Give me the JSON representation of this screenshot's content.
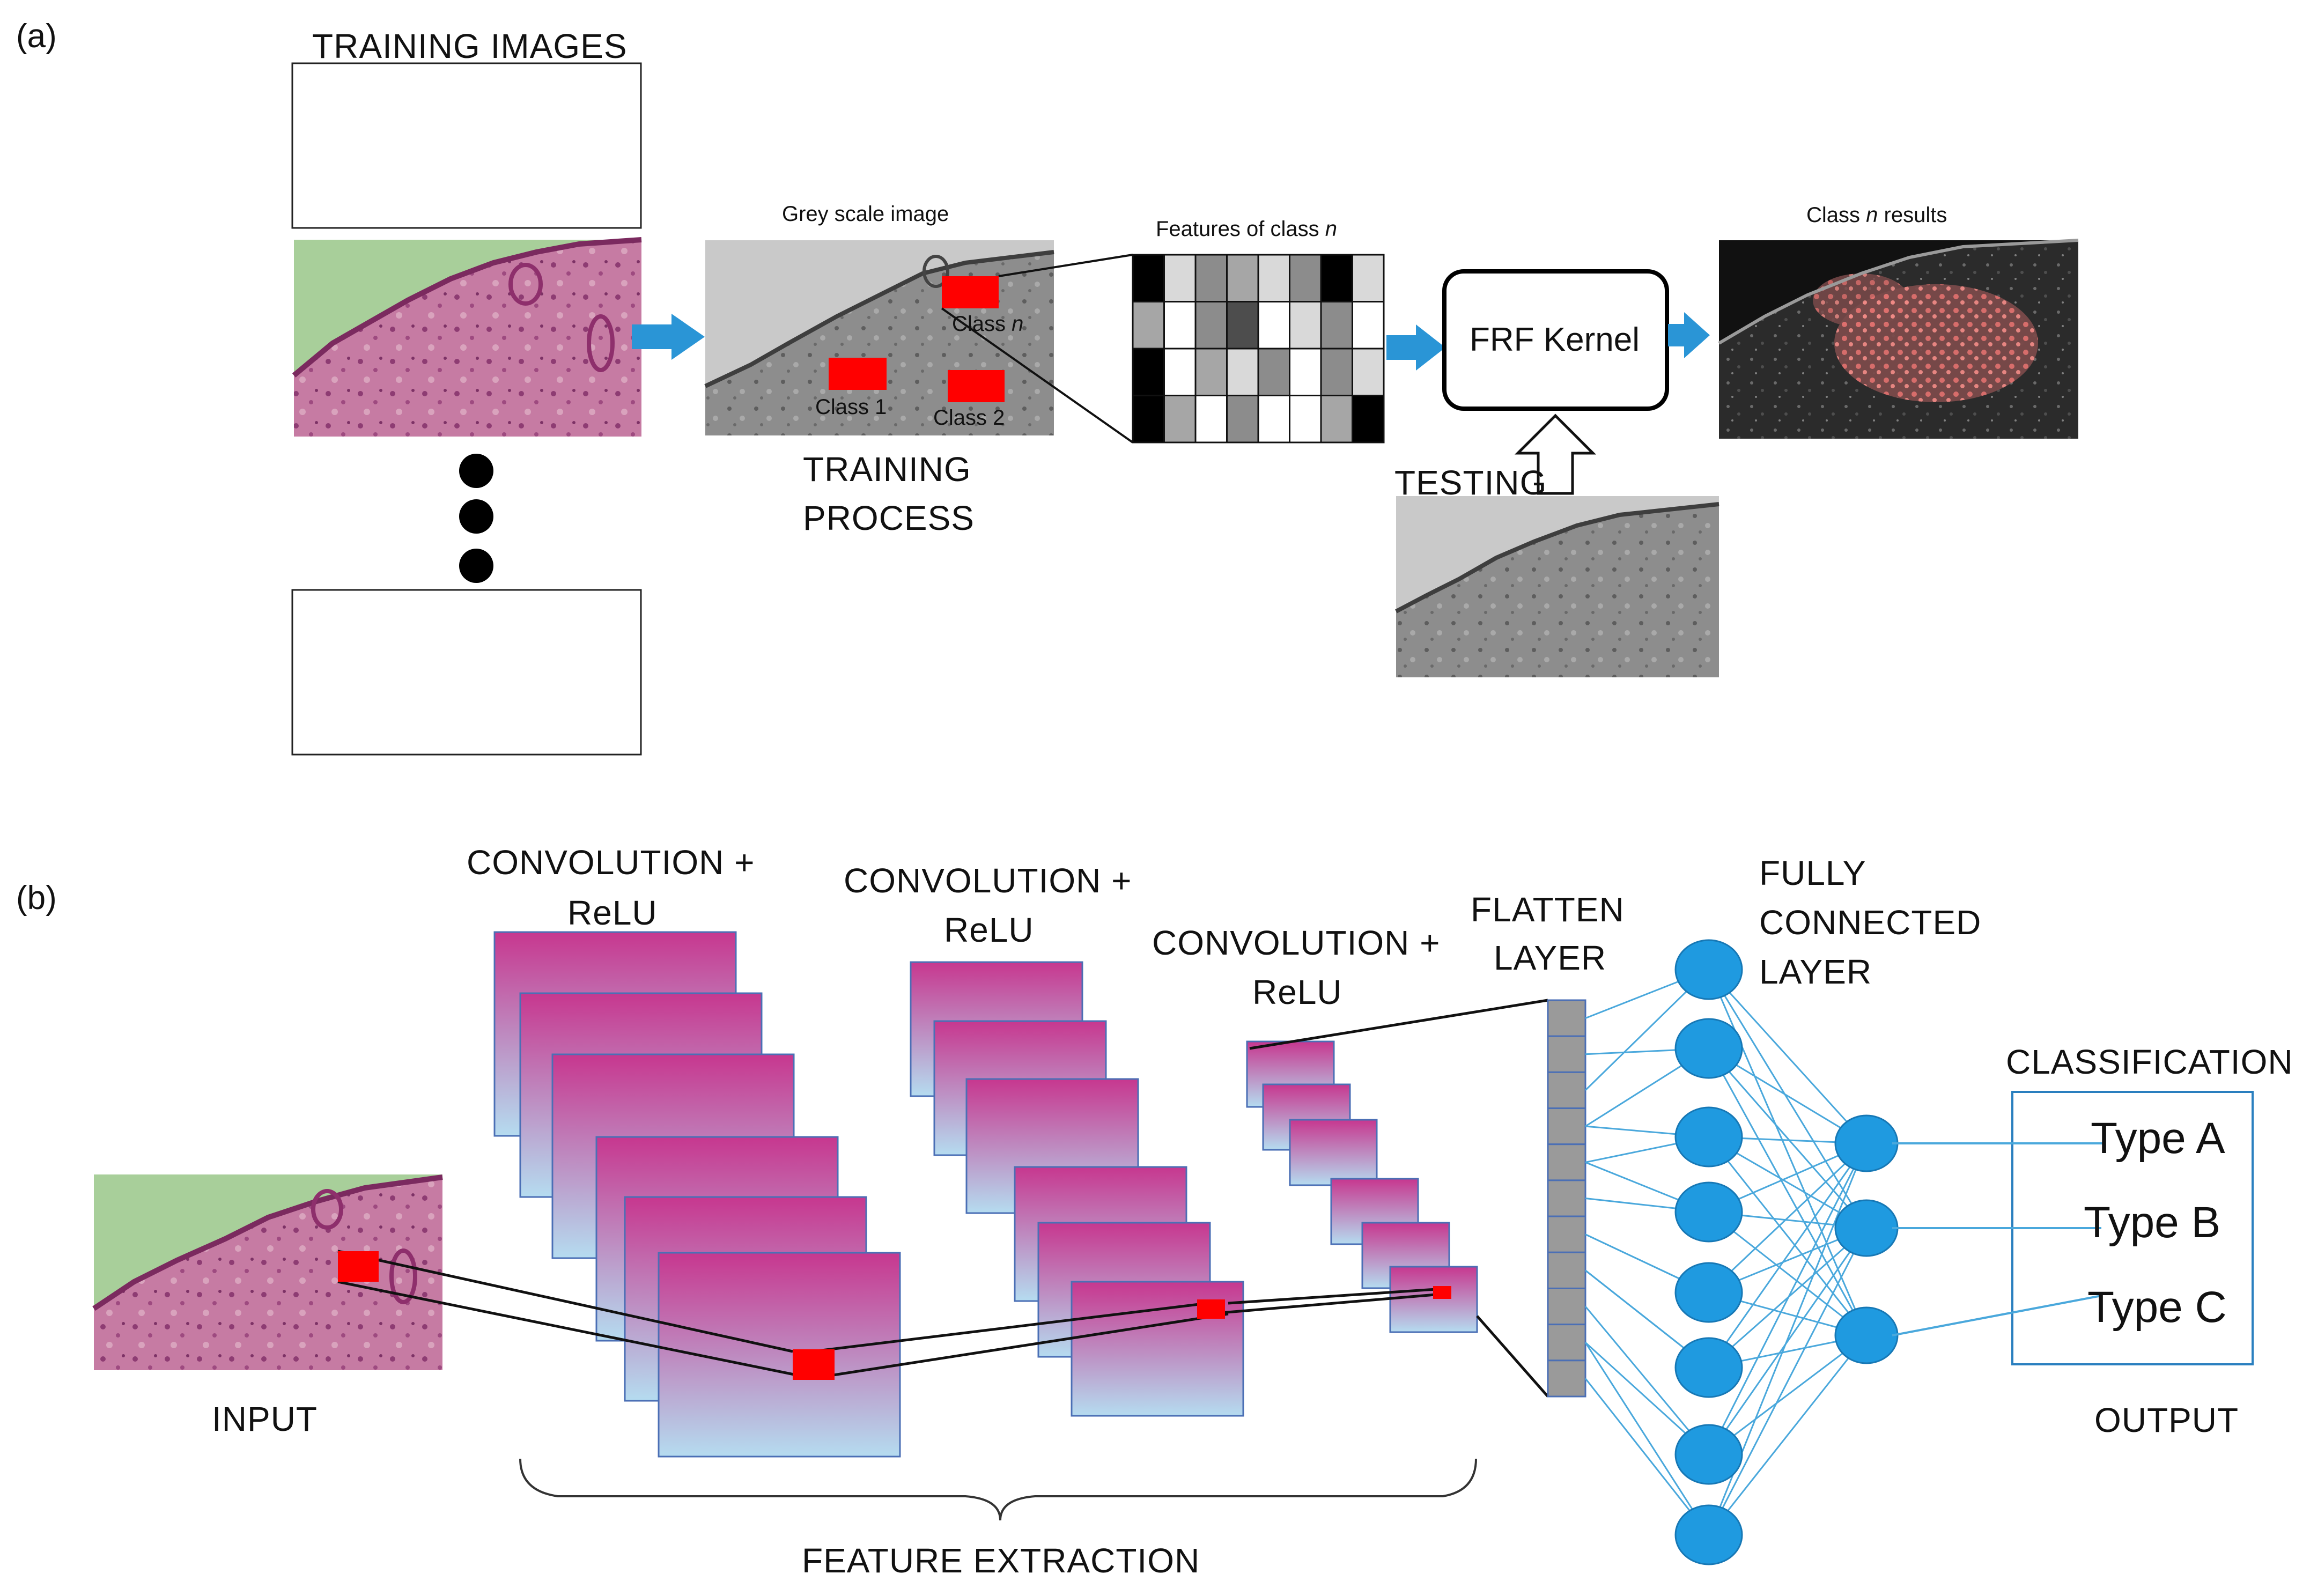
{
  "panel_a": {
    "panel_label": "(a)",
    "training_images_label": "TRAINING IMAGES",
    "grey_scale_caption": "Grey scale image",
    "class_n_prefix": "Class ",
    "class_n_var": "n",
    "class_1_label": "Class 1",
    "class_2_label": "Class 2",
    "training_process_line1": "TRAINING",
    "training_process_line2": "PROCESS",
    "features_caption_prefix": "Features of class ",
    "features_caption_var": "n",
    "feature_grid": [
      [
        0.0,
        0.85,
        0.55,
        0.65,
        0.85,
        0.55,
        0.0,
        0.85
      ],
      [
        0.65,
        1.0,
        0.55,
        0.3,
        1.0,
        0.85,
        0.55,
        1.0
      ],
      [
        0.0,
        1.0,
        0.65,
        0.85,
        0.55,
        1.0,
        0.55,
        0.85
      ],
      [
        0.0,
        0.65,
        1.0,
        0.55,
        1.0,
        1.0,
        0.65,
        0.0
      ]
    ],
    "kernel_label": "FRF Kernel",
    "testing_label": "TESTING",
    "results_caption_prefix": "Class ",
    "results_caption_var": "n",
    "results_caption_suffix": " results",
    "colors": {
      "arrow": "#2a95d6",
      "roi": "#ff0000",
      "histology_tissue": "#b9689a",
      "histology_background": "#a8cf9a"
    }
  },
  "panel_b": {
    "panel_label": "(b)",
    "conv_label_line1": "CONVOLUTION +",
    "conv_label_line2": "ReLU",
    "flatten_line1": "FLATTEN",
    "flatten_line2": "LAYER",
    "fc_line1": "FULLY",
    "fc_line2": "CONNECTED",
    "fc_line3": "LAYER",
    "classification_label": "CLASSIFICATION",
    "types": [
      "Type A",
      "Type B",
      "Type C"
    ],
    "input_label": "INPUT",
    "output_label": "OUTPUT",
    "feature_extraction_label": "FEATURE EXTRACTION",
    "colors": {
      "feature_map_top": "#c7378f",
      "feature_map_bottom": "#b5dcf0",
      "node": "#1f9ae0",
      "edge": "#4aa8dc",
      "flatten": "#9a9a9a"
    }
  }
}
